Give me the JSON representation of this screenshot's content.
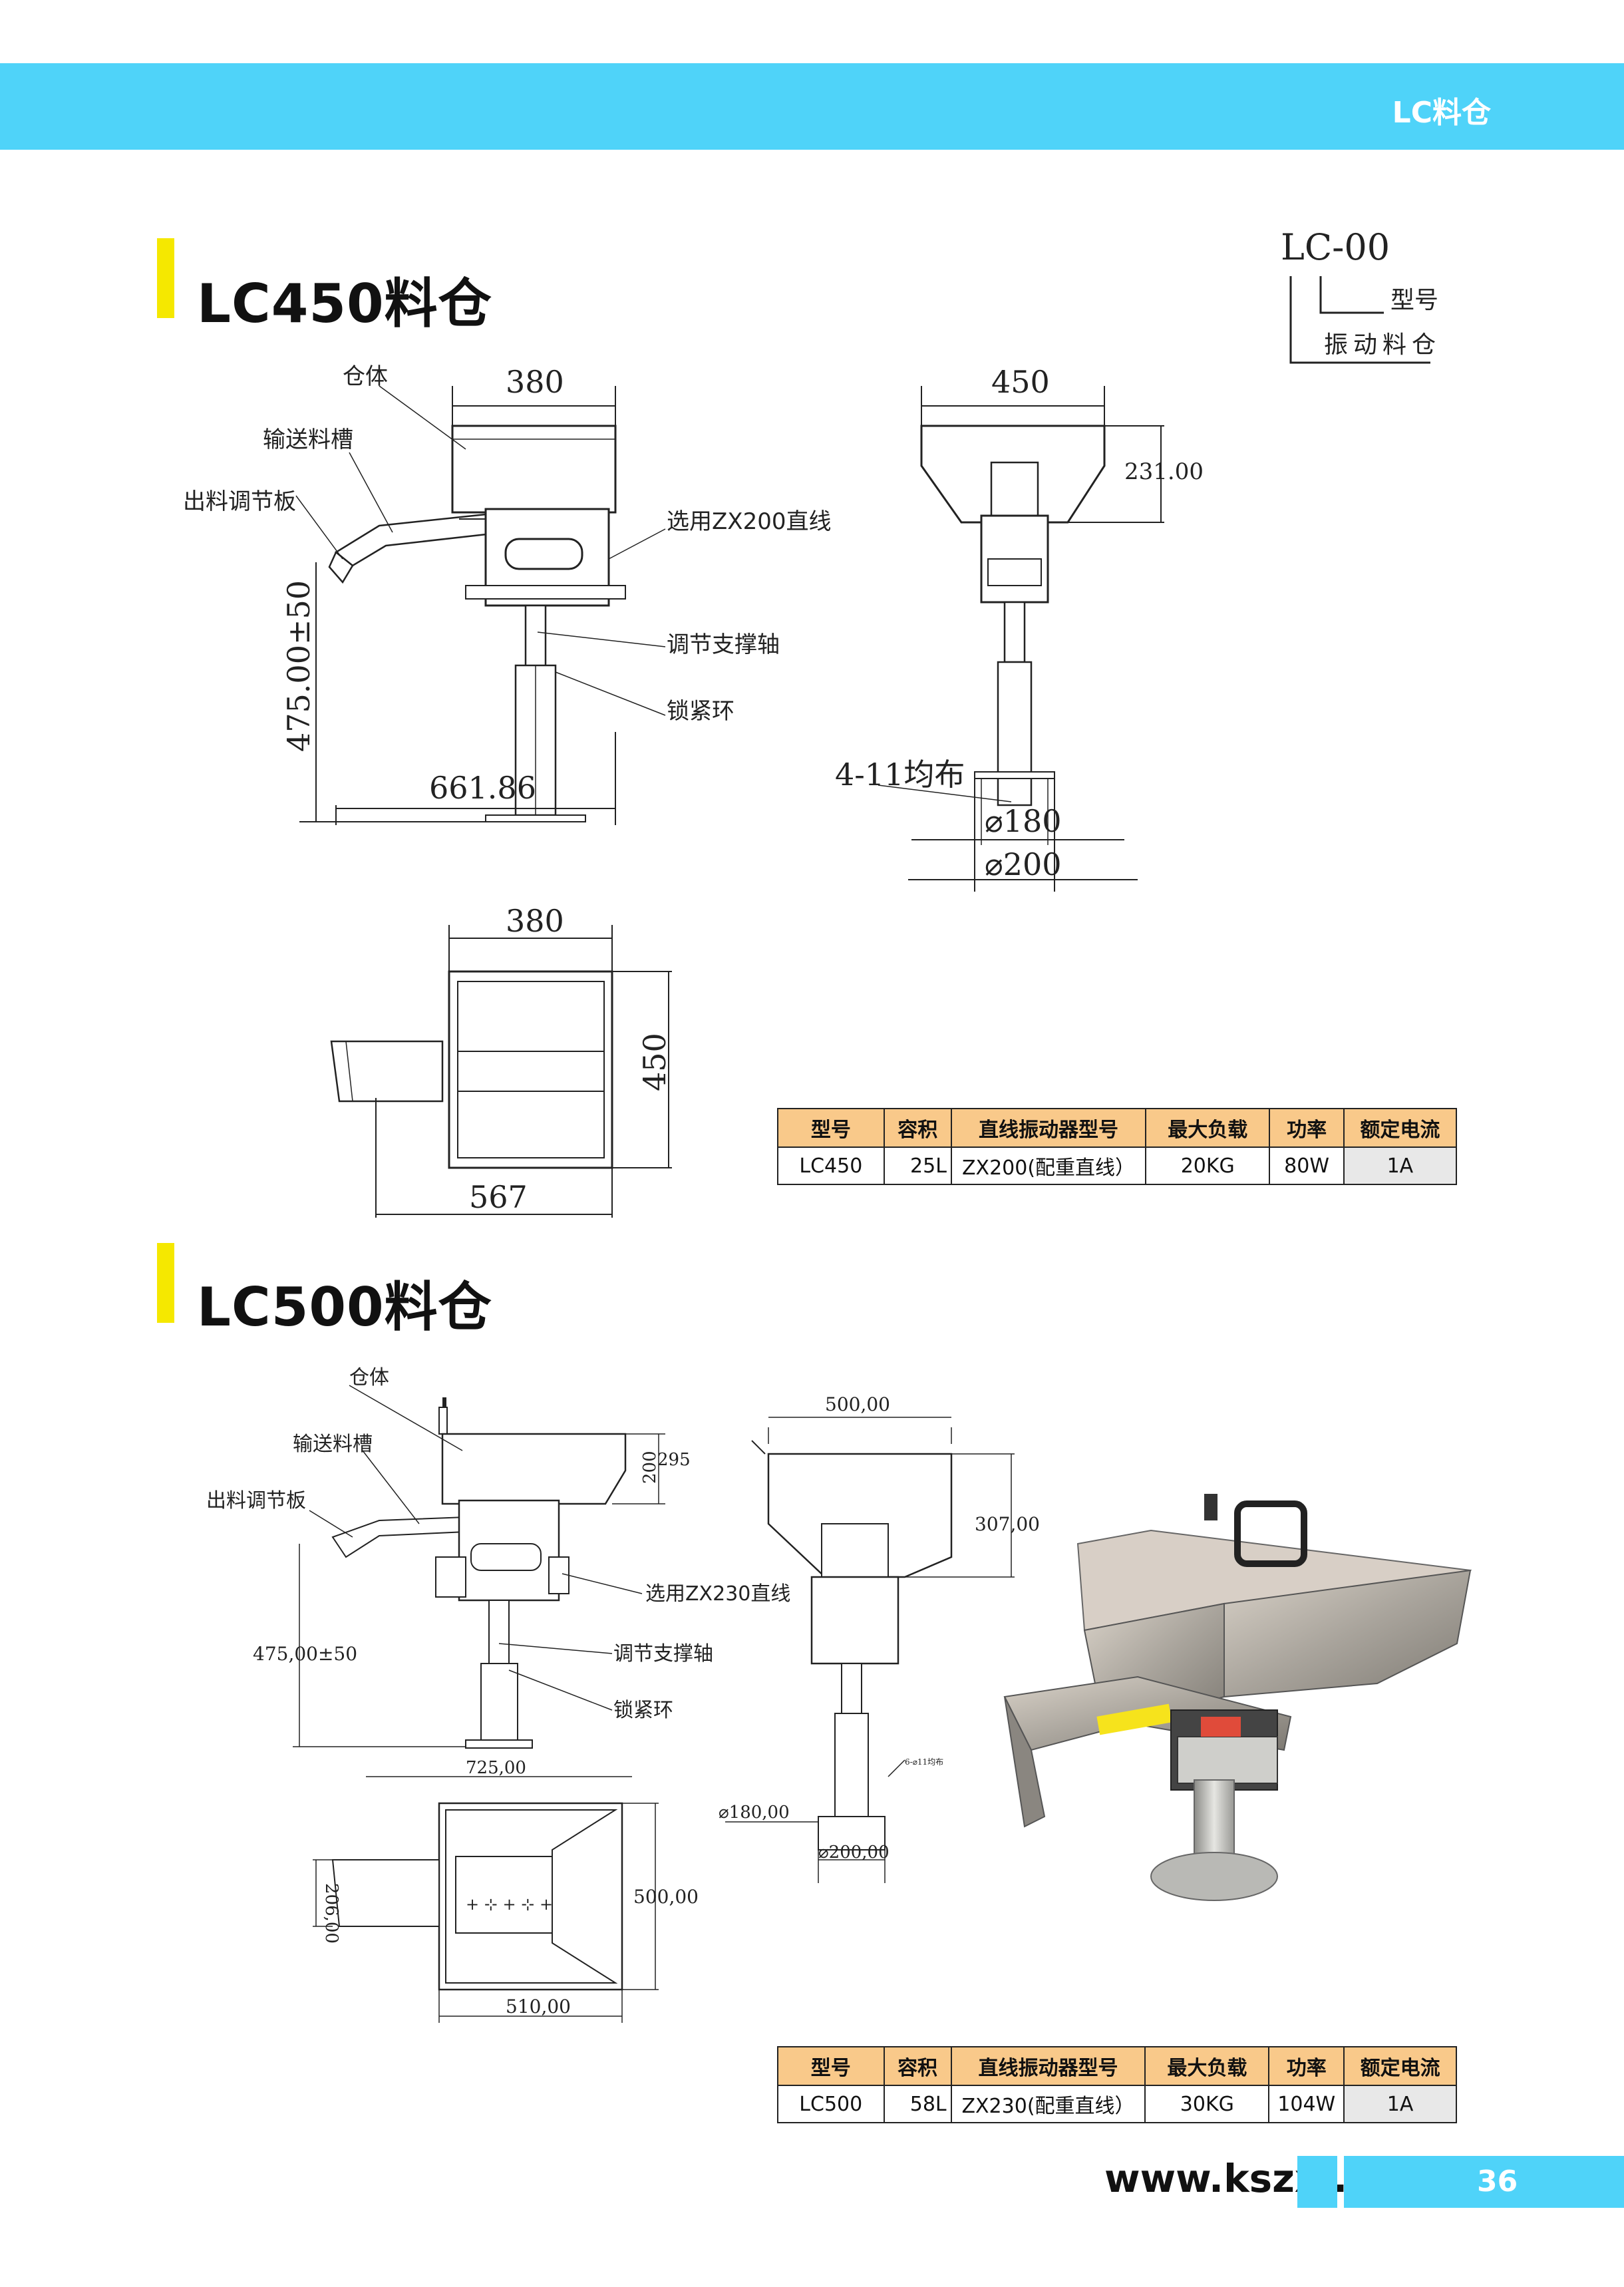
{
  "header": {
    "category": "LC料仓"
  },
  "legend": {
    "code": "LC-00",
    "model_label": "型号",
    "product_label": "振动料仓"
  },
  "lc450": {
    "title": "LC450料仓",
    "labels": {
      "body": "仓体",
      "chute": "输送料槽",
      "outlet_plate": "出料调节板",
      "feeder": "选用ZX200直线",
      "support_shaft": "调节支撑轴",
      "lock_ring": "锁紧环",
      "holes": "4-11均布"
    },
    "dims": {
      "side_width": "380",
      "side_height": "475.00±50",
      "side_length": "661.86",
      "front_width": "450",
      "front_height": "231.00",
      "base_inner": "⌀180",
      "base_outer": "⌀200",
      "top_width": "380",
      "top_depth": "450",
      "top_length": "567"
    },
    "table": {
      "headers": [
        "型号",
        "容积",
        "直线振动器型号",
        "最大负载",
        "功率",
        "额定电流"
      ],
      "row": [
        "LC450",
        "25L",
        "ZX200(配重直线）",
        "20KG",
        "80W",
        "1A"
      ]
    }
  },
  "lc500": {
    "title": "LC500料仓",
    "labels": {
      "body": "仓体",
      "chute": "输送料槽",
      "outlet_plate": "出料调节板",
      "feeder": "选用ZX230直线",
      "support_shaft": "调节支撑轴",
      "lock_ring": "锁紧环",
      "holes": "6-⌀11均布"
    },
    "dims": {
      "side_h1": "200",
      "side_h2": "295",
      "side_height": "475,00±50",
      "side_length": "725,00",
      "front_width": "500,00",
      "front_height": "307,00",
      "base_inner": "⌀180,00",
      "base_outer": "⌀200,00",
      "top_width": "206,00",
      "top_depth": "500,00",
      "top_length": "510,00"
    },
    "table": {
      "headers": [
        "型号",
        "容积",
        "直线振动器型号",
        "最大负载",
        "功率",
        "额定电流"
      ],
      "row": [
        "LC500",
        "58L",
        "ZX230(配重直线）",
        "30KG",
        "104W",
        "1A"
      ]
    }
  },
  "footer": {
    "url": "www.kszxj.com",
    "page": "36"
  }
}
